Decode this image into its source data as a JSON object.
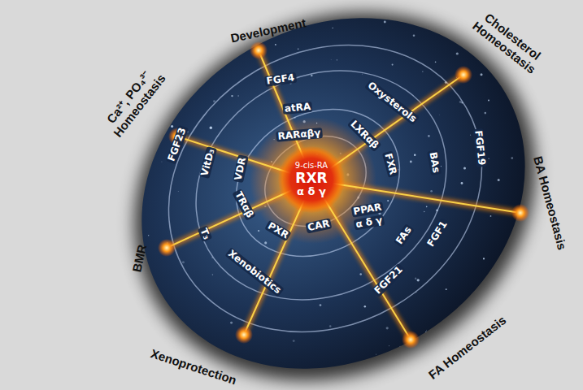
{
  "diagram": {
    "nodes": [
      {
        "text": [
          "9-cis-RA",
          "RXR",
          "α δ γ"
        ]
      }
    ],
    "labels": [
      "Development",
      "Cholesterol Homeostasis",
      "BA Homeostasis",
      "FA Homeostasis",
      "Xenoprotection",
      "BMR",
      "Ca²⁺, PO₄³⁻ Homeostasis",
      "FGF4",
      "atRA",
      "RARαβγ",
      "Oxysterols",
      "LXRαβ",
      "FXR",
      "BAs",
      "FGF19",
      "PPAR",
      "α δ γ",
      "FAs",
      "FGF1",
      "FGF21",
      "CAR",
      "PXR",
      "Xenobiotics",
      "TRαβ",
      "T₃",
      "VDR",
      "VitD₃",
      "FGF23"
    ]
  }
}
